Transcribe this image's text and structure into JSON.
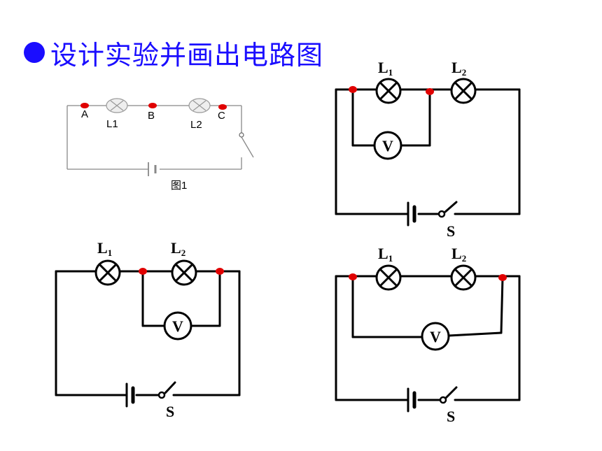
{
  "title": "设计实验并画出电路图",
  "colors": {
    "title": "#1a0dff",
    "node_dot": "#e00000",
    "wire": "#000000"
  },
  "figure1": {
    "caption": "图1",
    "points": [
      "A",
      "B",
      "C"
    ],
    "lamps": [
      "L1",
      "L2"
    ]
  },
  "circuits": {
    "lamp1": "L",
    "lamp1_sub": "1",
    "lamp2": "L",
    "lamp2_sub": "2",
    "voltmeter": "V",
    "switch": "S"
  }
}
